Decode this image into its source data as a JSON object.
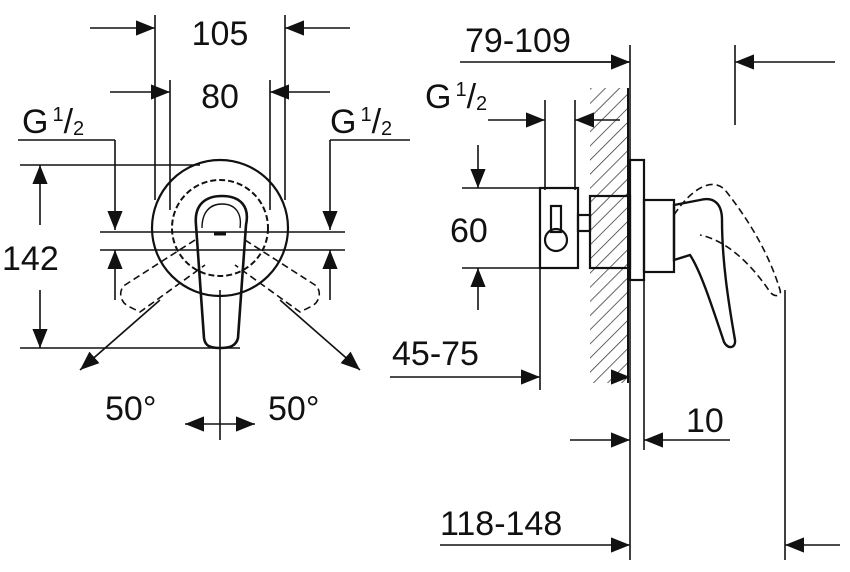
{
  "colors": {
    "line": "#111111",
    "background": "#ffffff",
    "hatch": "#333333"
  },
  "front_view": {
    "width_outer": "105",
    "width_inner": "80",
    "thread_left": {
      "main": "G",
      "num": "1",
      "slash": "/",
      "den": "2"
    },
    "thread_right": {
      "main": "G",
      "num": "1",
      "slash": "/",
      "den": "2"
    },
    "height": "142",
    "angle_left": "50°",
    "angle_right": "50°"
  },
  "side_view": {
    "depth_range": "79-109",
    "thread": {
      "main": "G",
      "num": "1",
      "slash": "/",
      "den": "2"
    },
    "center_height": "60",
    "wall_range": "45-75",
    "gap": "10",
    "total_range": "118-148"
  }
}
